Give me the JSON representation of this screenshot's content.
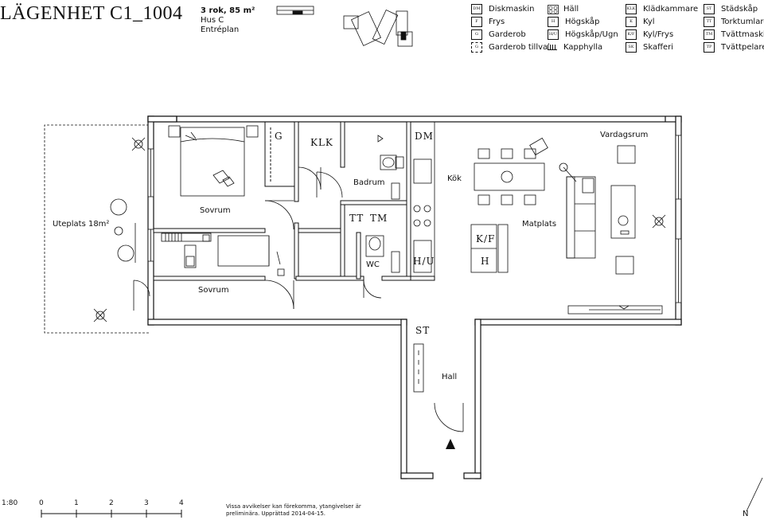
{
  "title": "LÄGENHET C1_1004",
  "info": {
    "rooms_area": "3 rok, 85 m²",
    "building": "Hus C",
    "floor": "Entréplan"
  },
  "legend": [
    {
      "code": "DM",
      "label": "Diskmaskin"
    },
    {
      "code": "F",
      "label": "Frys"
    },
    {
      "code": "G",
      "label": "Garderob"
    },
    {
      "code": "G",
      "label": "Garderob tillval"
    },
    {
      "code": "",
      "label": "Häll",
      "icon": "hob-icon"
    },
    {
      "code": "H",
      "label": "Högskåp"
    },
    {
      "code": "H/U",
      "label": "Högskåp/Ugn"
    },
    {
      "code": "",
      "label": "Kapphylla",
      "icon": "coat-rack-icon"
    },
    {
      "code": "KLK",
      "label": "Klädkammare"
    },
    {
      "code": "K",
      "label": "Kyl"
    },
    {
      "code": "K/F",
      "label": "Kyl/Frys"
    },
    {
      "code": "SK",
      "label": "Skafferi"
    },
    {
      "code": "ST",
      "label": "Städskåp"
    },
    {
      "code": "TT",
      "label": "Torktumlare"
    },
    {
      "code": "TM",
      "label": "Tvättmaskin"
    },
    {
      "code": "TP",
      "label": "Tvättpelare"
    }
  ],
  "rooms": {
    "uteplats": "Uteplats 18m²",
    "sovrum1": "Sovrum",
    "sovrum2": "Sovrum",
    "badrum": "Badrum",
    "kok": "Kök",
    "vardagsrum": "Vardagsrum",
    "matplats": "Matplats",
    "hall": "Hall",
    "wc": "WC"
  },
  "tags": {
    "g": "G",
    "klk": "KLK",
    "dm": "DM",
    "tt": "TT",
    "tm": "TM",
    "kf": "K/F",
    "hu": "H/U",
    "h": "H",
    "st": "ST"
  },
  "scale": {
    "ratio": "1:80",
    "ticks": [
      "0",
      "1",
      "2",
      "3",
      "4"
    ]
  },
  "note": "Vissa avvikelser kan förekomma, ytangivelser är preliminära. Upprättad 2014-04-15.",
  "north": "N"
}
